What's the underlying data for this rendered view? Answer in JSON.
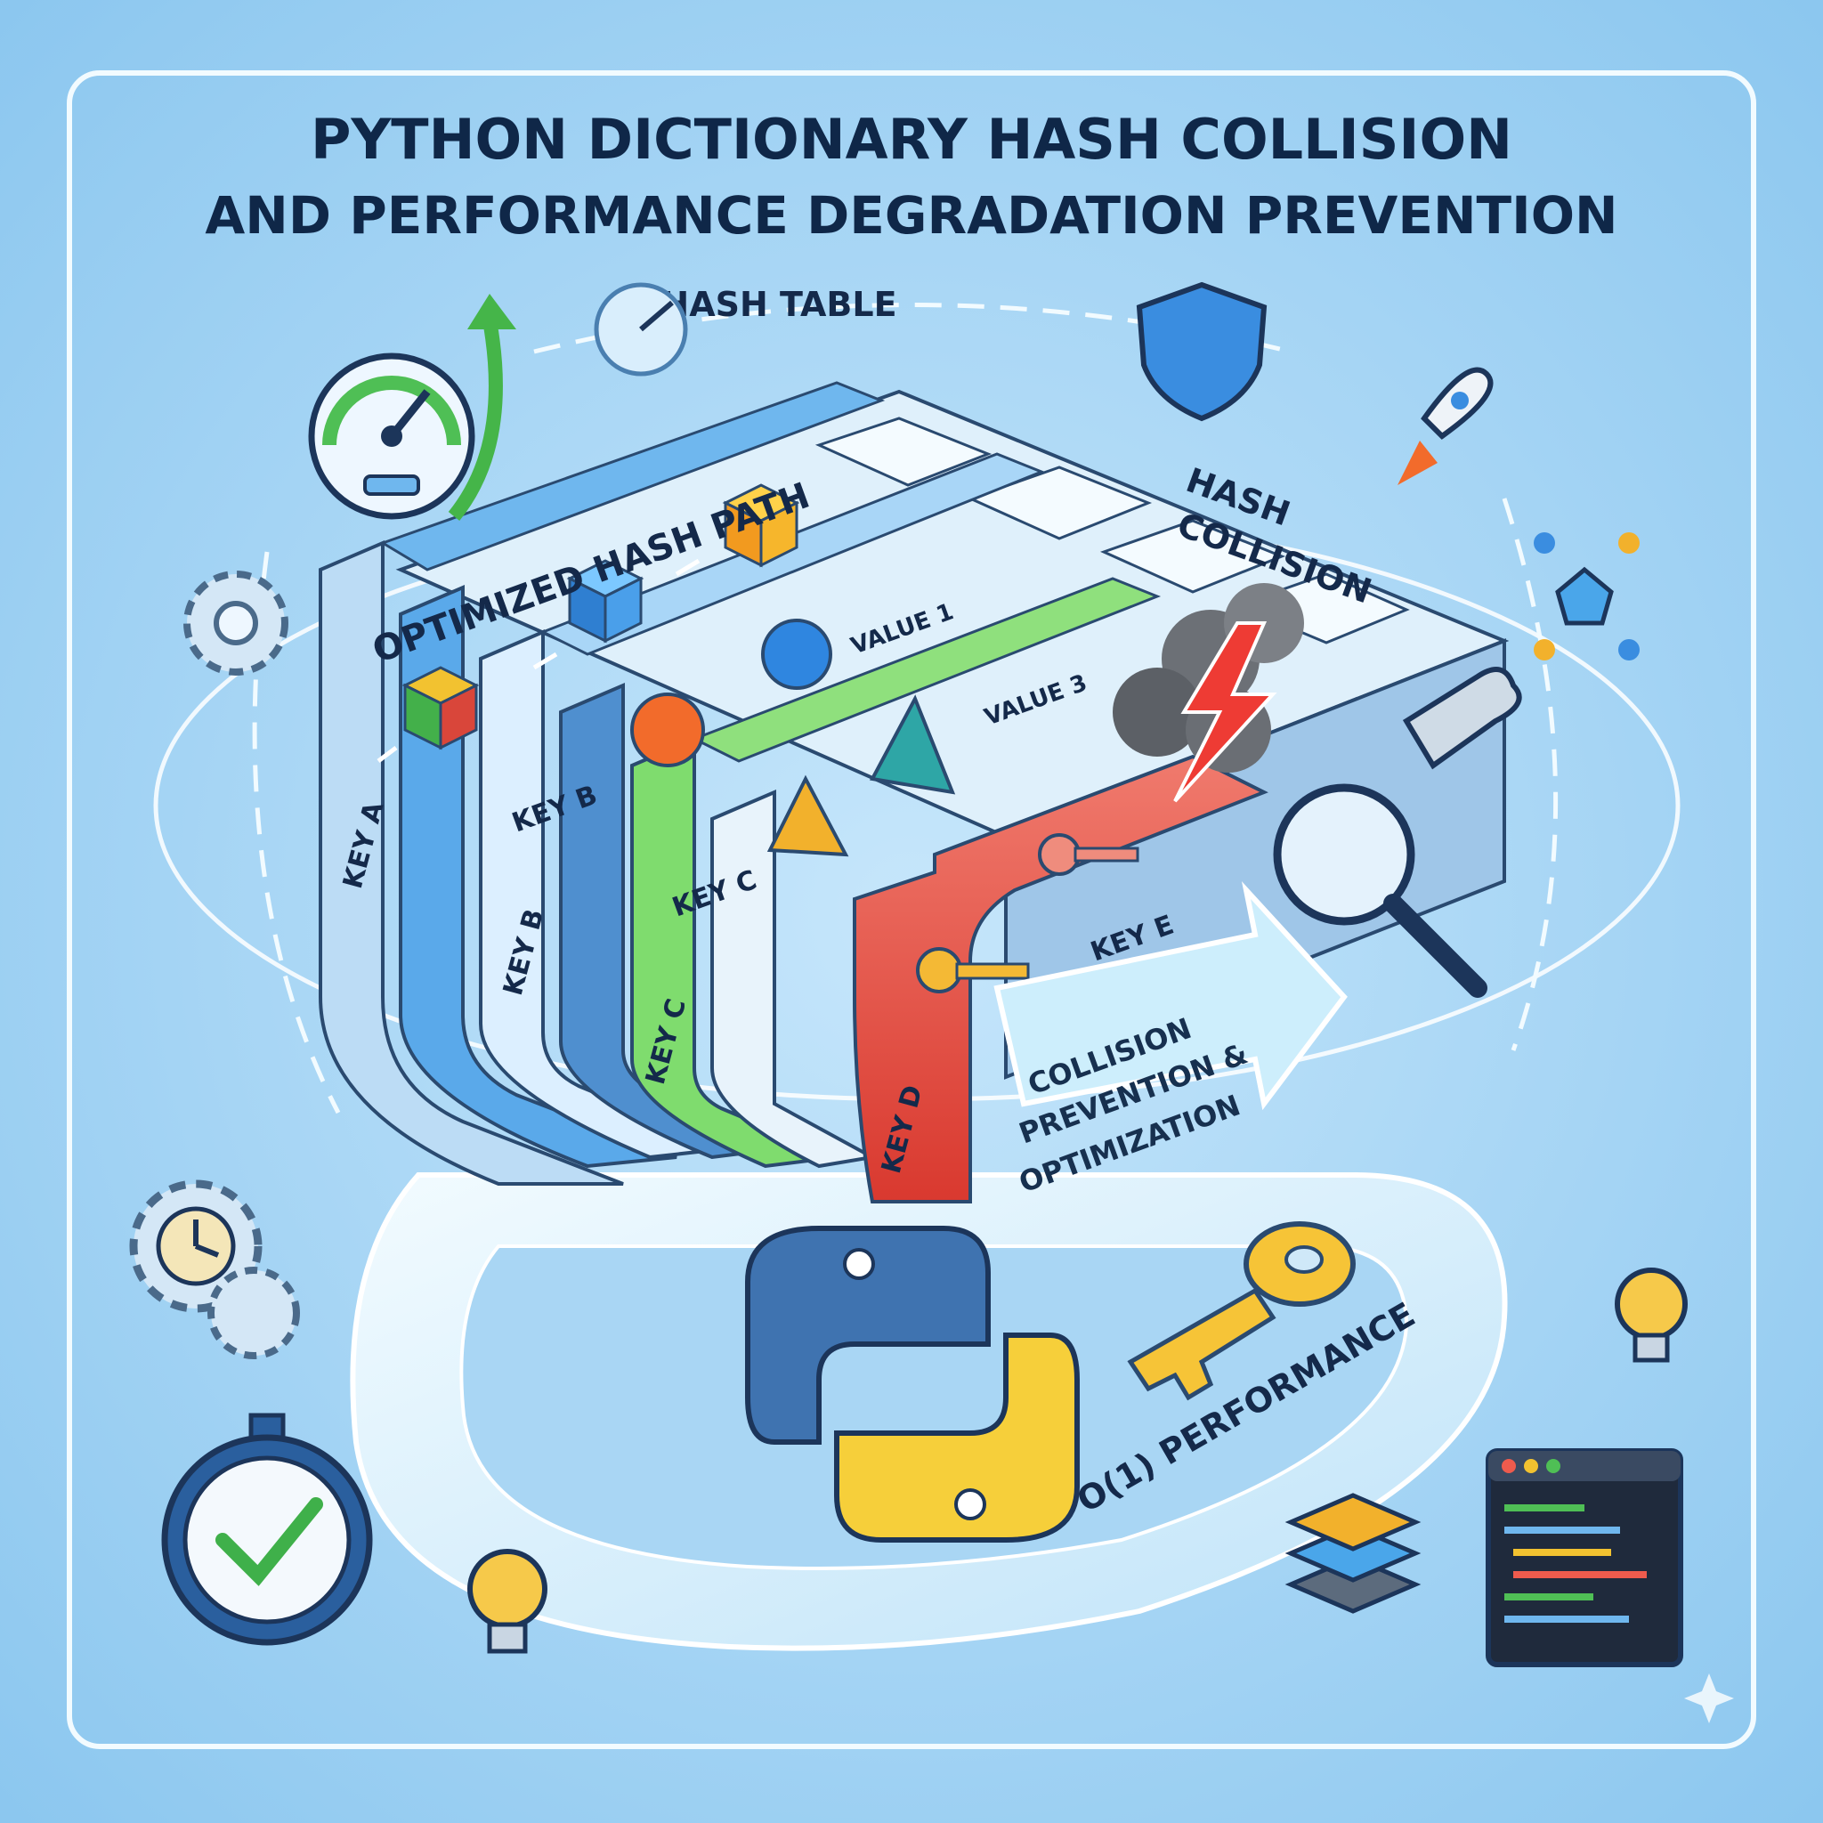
{
  "title": {
    "line1": "PYTHON DICTIONARY HASH COLLISION",
    "line2": "AND PERFORMANCE DEGRADATION PREVENTION"
  },
  "labels": {
    "hash_table": "HASH TABLE",
    "optimized_path": "OPTIMIZED HASH PATH",
    "hash_collision_1": "HASH",
    "hash_collision_2": "COLLISION",
    "value_1": "VALUE 1",
    "value_3": "VALUE 3",
    "key_a": "KEY A",
    "key_b_top": "KEY B",
    "key_b": "KEY B",
    "key_c_top": "KEY C",
    "key_c": "KEY C",
    "key_d": "KEY D",
    "key_e": "KEY E",
    "collision_prevention_1": "COLLISION",
    "collision_prevention_2": "PREVENTION &",
    "collision_prevention_3": "OPTIMIZATION",
    "performance": "O(1) PERFORMANCE"
  },
  "colors": {
    "background": "#9fd0f2",
    "frame": "#eaf7ff",
    "lane_blue": "#5aa9ea",
    "lane_green": "#7fdc6e",
    "lane_red": "#e5483f",
    "python_blue": "#3f73b0",
    "python_yellow": "#f6cf3a",
    "title_text": "#0f2748"
  },
  "icons": [
    "speedometer-icon",
    "gauge-icon",
    "shield-icon",
    "rocket-icon",
    "gear-icon",
    "network-icon",
    "wrench-icon",
    "magnifier-icon",
    "clock-gear-icon",
    "stopwatch-icon",
    "lightbulb-icon",
    "layers-icon",
    "code-window-icon",
    "python-logo-icon",
    "key-icon",
    "lightning-icon"
  ]
}
